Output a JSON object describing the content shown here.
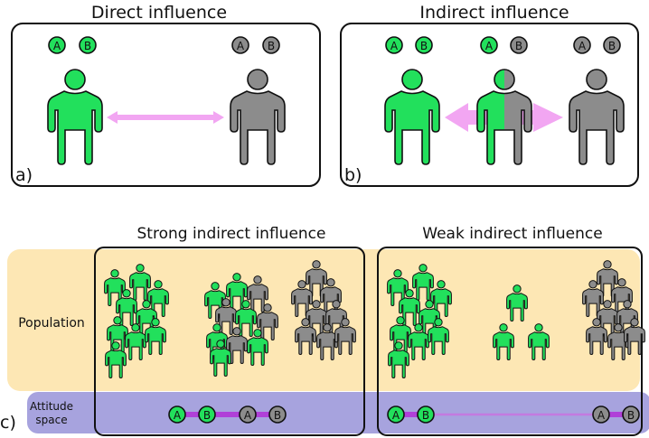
{
  "panels": {
    "a": {
      "title": "Direct influence",
      "letter": "a)",
      "person_left": {
        "badges": [
          "A",
          "B"
        ],
        "fill": "green"
      },
      "person_right": {
        "badges": [
          "A",
          "B"
        ],
        "fill": "gray"
      }
    },
    "b": {
      "title": "Indirect influence",
      "letter": "b)",
      "person_left": {
        "badges": [
          "A",
          "B"
        ],
        "fill": "green"
      },
      "person_middle": {
        "badges": [
          "A",
          "B"
        ],
        "fill": "split"
      },
      "person_right": {
        "badges": [
          "A",
          "B"
        ],
        "fill": "gray"
      }
    },
    "c": {
      "letter": "c)",
      "row_population": "Population",
      "row_attitude_line1": "Attitude",
      "row_attitude_line2": "space",
      "strong": {
        "title": "Strong indirect influence",
        "attitude_badges": [
          "A",
          "B",
          "A",
          "B"
        ]
      },
      "weak": {
        "title": "Weak indirect influence",
        "attitude_badges": [
          "A",
          "B",
          "A",
          "B"
        ]
      }
    }
  },
  "colors": {
    "green": "#22e05c",
    "gray": "#8c8c8c",
    "arrow": "#f2a6f2",
    "population_bg": "#fde7b4",
    "attitude_bg": "#a7a3de",
    "attitude_line": "#b040d8",
    "attitude_line_weak": "#c47ae0",
    "outline": "#111111"
  }
}
